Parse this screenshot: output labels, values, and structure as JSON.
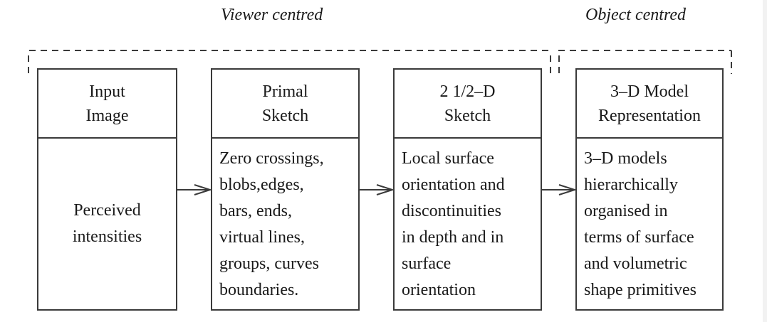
{
  "groups": [
    {
      "label": "Viewer centred"
    },
    {
      "label": "Object centred"
    }
  ],
  "stages": [
    {
      "title_lines": [
        "Input",
        "Image"
      ],
      "body_lines": [
        "Perceived",
        "intensities"
      ]
    },
    {
      "title_lines": [
        "Primal",
        "Sketch"
      ],
      "body_lines": [
        "Zero crossings,",
        "blobs,edges,",
        "bars, ends,",
        "virtual lines,",
        "groups, curves",
        "boundaries."
      ]
    },
    {
      "title_lines": [
        "2 1/2–D",
        "Sketch"
      ],
      "body_lines": [
        "Local surface",
        "orientation and",
        "discontinuities",
        "in depth and in",
        "surface",
        "orientation"
      ]
    },
    {
      "title_lines": [
        "3–D Model",
        "Representation"
      ],
      "body_lines": [
        "3–D models",
        "hierarchically",
        "organised in",
        "terms of surface",
        "and volumetric",
        "shape primitives"
      ]
    }
  ],
  "arrows": [
    {
      "from": "Input Image",
      "to": "Primal Sketch"
    },
    {
      "from": "Primal Sketch",
      "to": "2 1/2-D Sketch"
    },
    {
      "from": "2 1/2-D Sketch",
      "to": "3-D Model Representation"
    }
  ]
}
